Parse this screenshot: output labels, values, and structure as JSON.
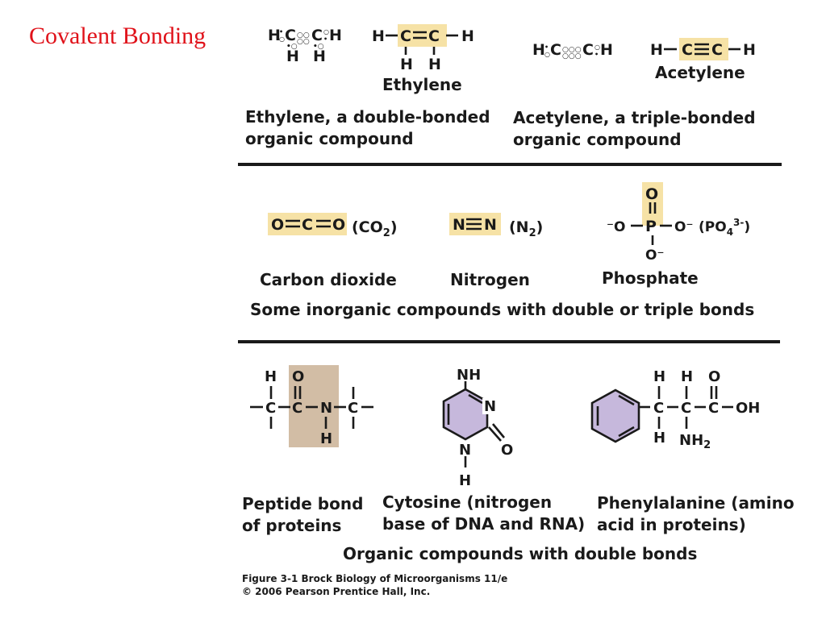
{
  "slide": {
    "title": "Covalent Bonding"
  },
  "colors": {
    "title": "#e0121a",
    "highlight_yellow": "#f6e2a6",
    "peptide_tan": "#d2bda5",
    "ring_lavender": "#c6b8dc",
    "text": "#1a1a1a"
  },
  "section1": {
    "ethylene_name": "Ethylene",
    "acetylene_name": "Acetylene",
    "caption_double_1": "Ethylene, a double-bonded",
    "caption_double_2": "organic compound",
    "caption_triple_1": "Acetylene, a triple-bonded",
    "caption_triple_2": "organic compound"
  },
  "section2": {
    "co2_formula": "(CO",
    "co2_sub": "2",
    "co2_close": ")",
    "n2_formula": "(N",
    "n2_sub": "2",
    "n2_close": ")",
    "po4_formula": "(PO",
    "po4_sub": "4",
    "po4_sup": "3-",
    "po4_close": ")",
    "carbon_dioxide": "Carbon dioxide",
    "nitrogen": "Nitrogen",
    "phosphate": "Phosphate",
    "caption": "Some inorganic compounds with double or triple bonds"
  },
  "section3": {
    "peptide_1": "Peptide bond",
    "peptide_2": "of proteins",
    "cytosine_1": "Cytosine (nitrogen",
    "cytosine_2": "base of DNA and RNA)",
    "phenyl_1": "Phenylalanine (amino",
    "phenyl_2": "acid in proteins)",
    "caption": "Organic compounds with double bonds"
  },
  "credit": {
    "line1": "Figure 3-1  Brock Biology of Microorganisms 11/e",
    "line2": "© 2006 Pearson Prentice Hall, Inc."
  }
}
